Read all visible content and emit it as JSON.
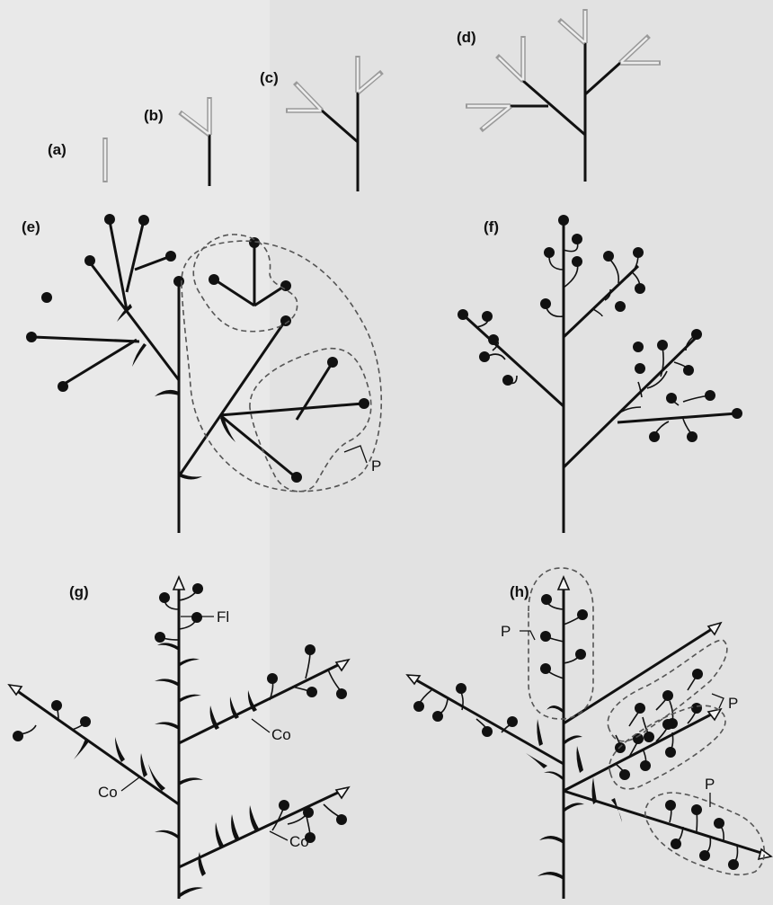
{
  "panels": {
    "a": "(a)",
    "b": "(b)",
    "c": "(c)",
    "d": "(d)",
    "e": "(e)",
    "f": "(f)",
    "g": "(g)",
    "h": "(h)"
  },
  "annotations": {
    "e_p": "P",
    "g_fl": "Fl",
    "g_co_right": "Co",
    "g_co_left": "Co",
    "g_co_lower": "Co",
    "h_p_top": "P",
    "h_p_right": "P",
    "h_p_lower": "P"
  },
  "colors": {
    "background": "#e9e9e9",
    "ink": "#111111",
    "new_growth": "#9a9a9a",
    "dashed_outline": "#555555"
  }
}
